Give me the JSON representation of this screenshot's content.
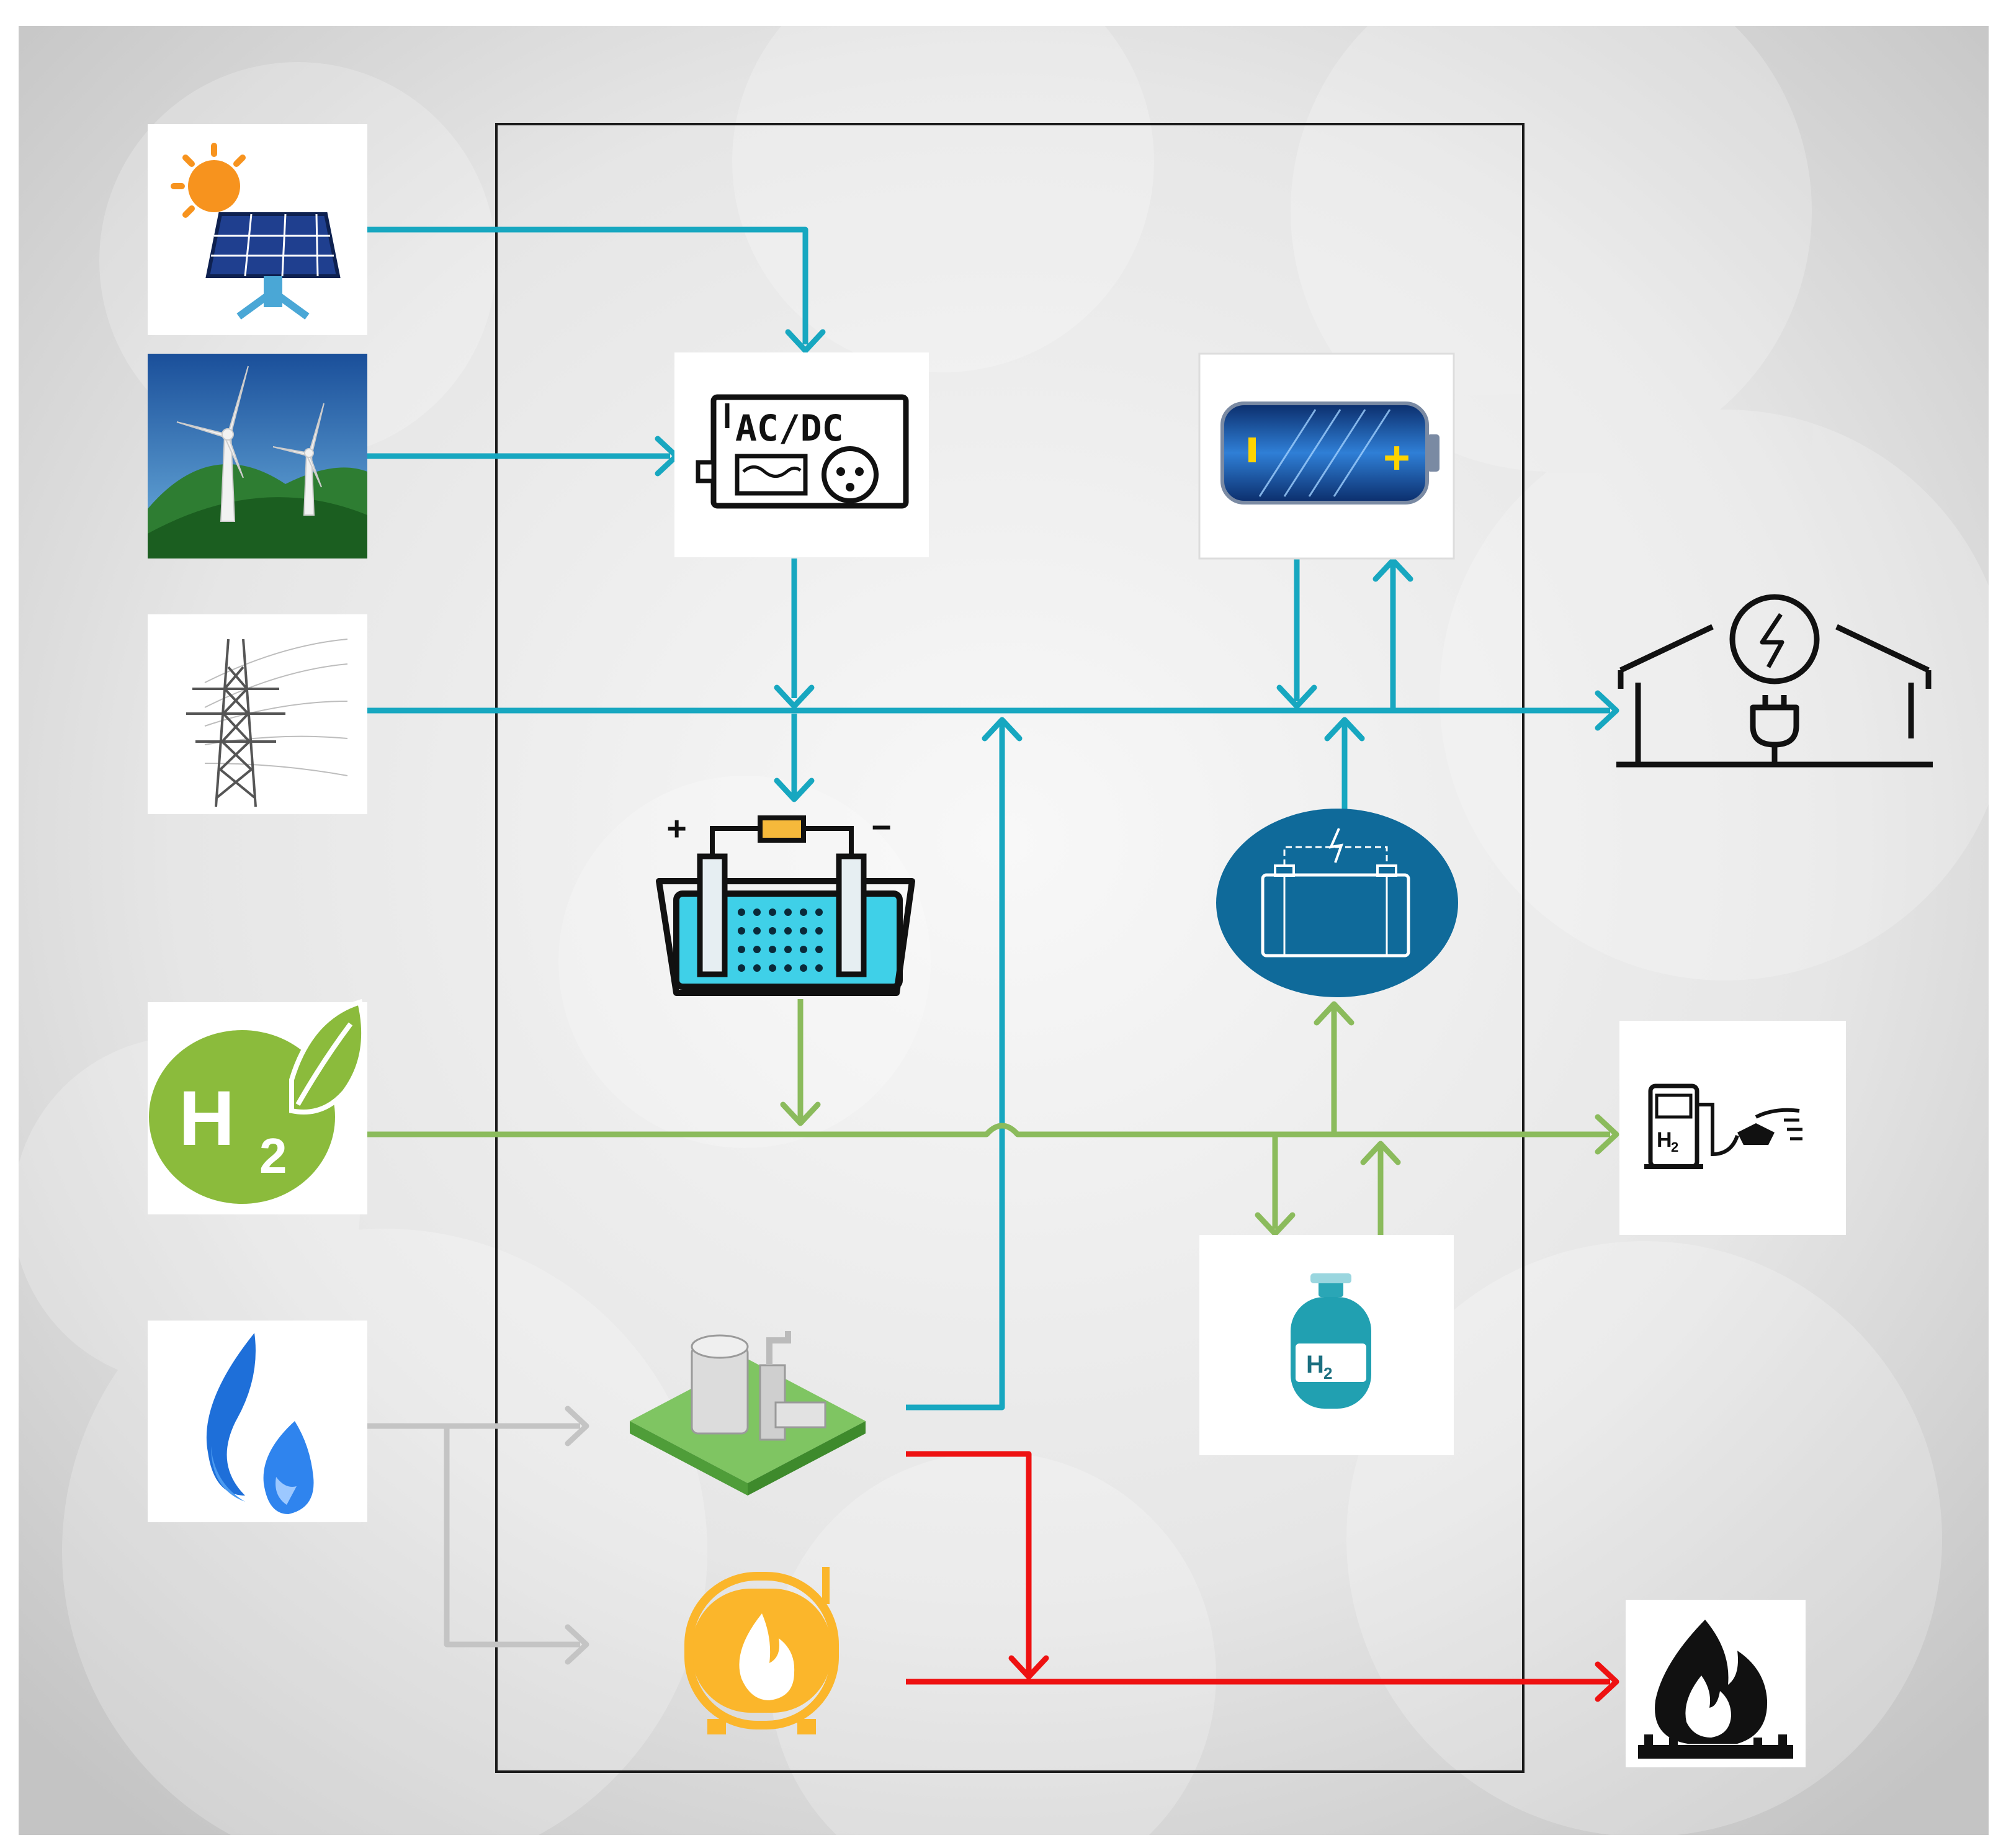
{
  "colors": {
    "electricity": "#17a7c0",
    "hydrogen": "#8bbb5c",
    "natural_gas": "#bdbdbd",
    "heat": "#ee1111",
    "hub_border": "#1a1a1a",
    "background": "#dcdcdc"
  },
  "inputs": [
    {
      "icon": "solar-panel-icon"
    },
    {
      "icon": "wind-turbine-icon"
    },
    {
      "icon": "power-grid-icon"
    },
    {
      "icon": "hydrogen-supply-icon"
    },
    {
      "icon": "natural-gas-icon"
    }
  ],
  "hub": {
    "converters": [
      {
        "icon": "ac-dc-converter-icon",
        "text": "AC/DC"
      },
      {
        "icon": "electrolyzer-icon",
        "plus": "+",
        "minus": "−"
      },
      {
        "icon": "chp-plant-icon"
      },
      {
        "icon": "gas-boiler-icon"
      }
    ],
    "storage": [
      {
        "icon": "battery-icon",
        "plus": "+"
      },
      {
        "icon": "fuel-cell-icon"
      },
      {
        "icon": "hydrogen-tank-icon",
        "text": "H",
        "subscript": "2"
      }
    ]
  },
  "outputs": [
    {
      "icon": "electric-load-icon"
    },
    {
      "icon": "hydrogen-refueling-icon",
      "text": "H",
      "subscript": "2"
    },
    {
      "icon": "heat-load-icon"
    }
  ],
  "hydrogen_input": {
    "text": "H",
    "subscript": "2"
  }
}
